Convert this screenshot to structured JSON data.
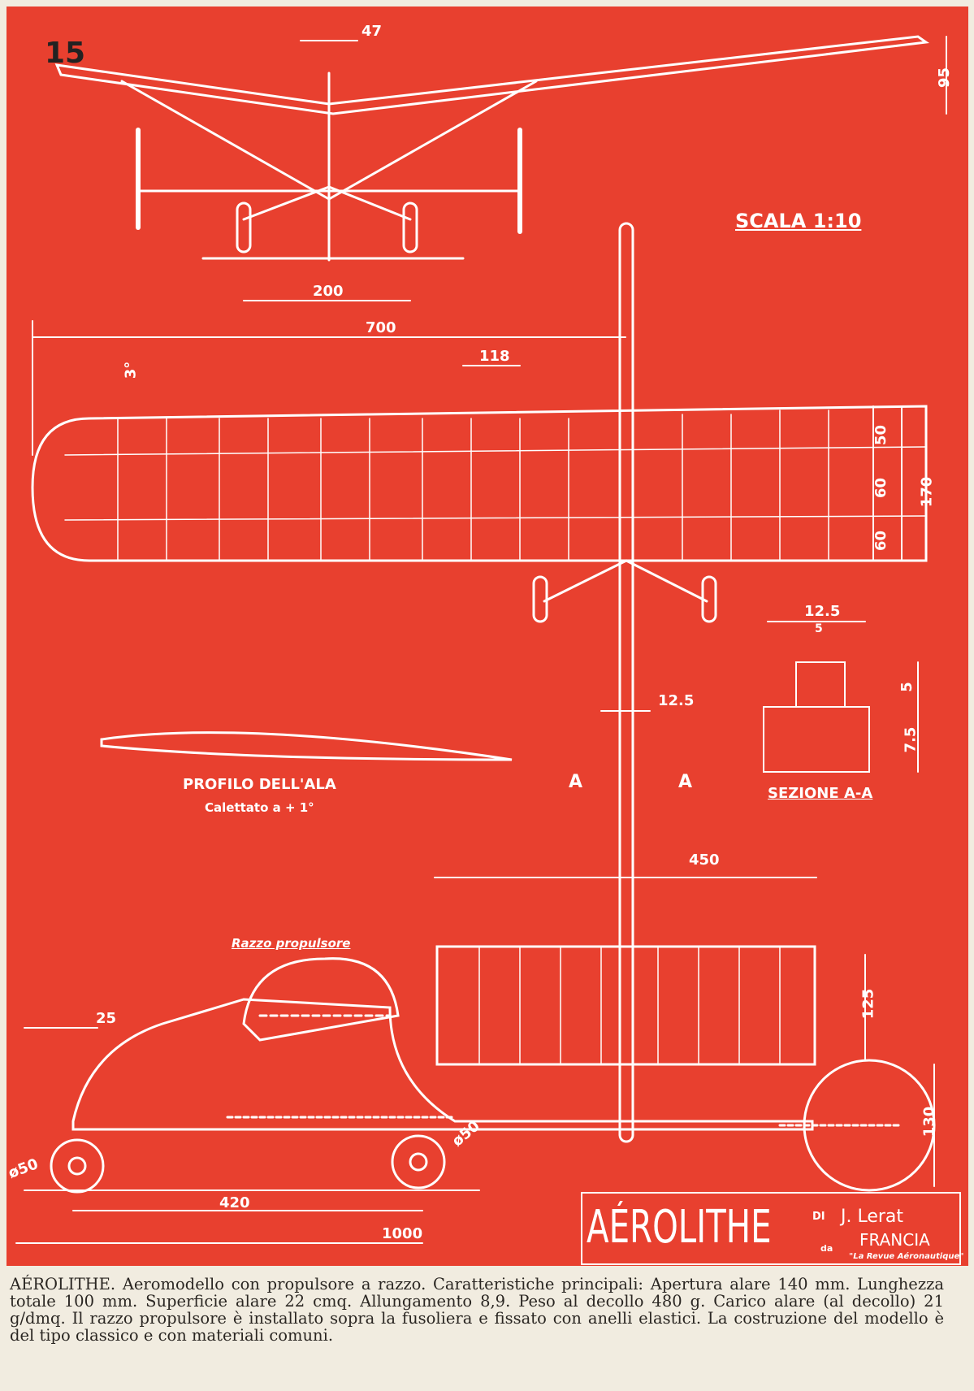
{
  "page_number": "15",
  "drawing": {
    "scale": "SCALA  1:10",
    "front_view": {
      "dim_fin": "47",
      "dim_dihedral": "95",
      "dim_wheel_track": "200"
    },
    "top_view": {
      "dim_half_span": "700",
      "dim_rib": "118",
      "angle": "3°",
      "dim_chord_a": "50",
      "dim_chord_b": "60",
      "dim_chord_c": "60",
      "dim_chord_total": "170",
      "dim_boom": "12.5",
      "section_mark_left": "A",
      "section_mark_right": "A"
    },
    "profile": {
      "title": "PROFILO  DELL'ALA",
      "subtitle": "Calettato a + 1°"
    },
    "section": {
      "title": "SEZIONE A-A",
      "dim_width": "12.5",
      "dim_spar": "5",
      "dim_top": "5",
      "dim_bottom": "7.5"
    },
    "tail": {
      "dim_span": "450",
      "dim_chord": "125"
    },
    "side_view": {
      "rocket_label": "Razzo propulsore",
      "dim_nose": "25",
      "dim_wheel_front": "ø50",
      "dim_wheel_rear": "ø50",
      "dim_disk": "130",
      "dim_wheelbase": "420",
      "dim_length": "1000"
    },
    "title_block": {
      "name": "AÉROLITHE",
      "by": "DI",
      "author": "J. Lerat",
      "country": "FRANCIA",
      "from": "da",
      "source": "\"La Revue Aéronautique\""
    }
  },
  "caption": "AÉROLITHE. Aeromodello con propulsore a razzo. Caratteristiche principali: Apertura alare 140 mm. Lunghezza totale 100 mm. Superficie alare 22 cmq. Allungamento 8,9. Peso al decollo 480 g. Carico alare (al decollo) 21 g/dmq. Il razzo propulsore è installato sopra la fusoliera e fissato con anelli elastici. La costruzione del modello è del tipo classico e con materiali comuni.",
  "colors": {
    "sheet": "#e8402f",
    "lines": "#ffffff",
    "paper": "#f1ece0"
  }
}
